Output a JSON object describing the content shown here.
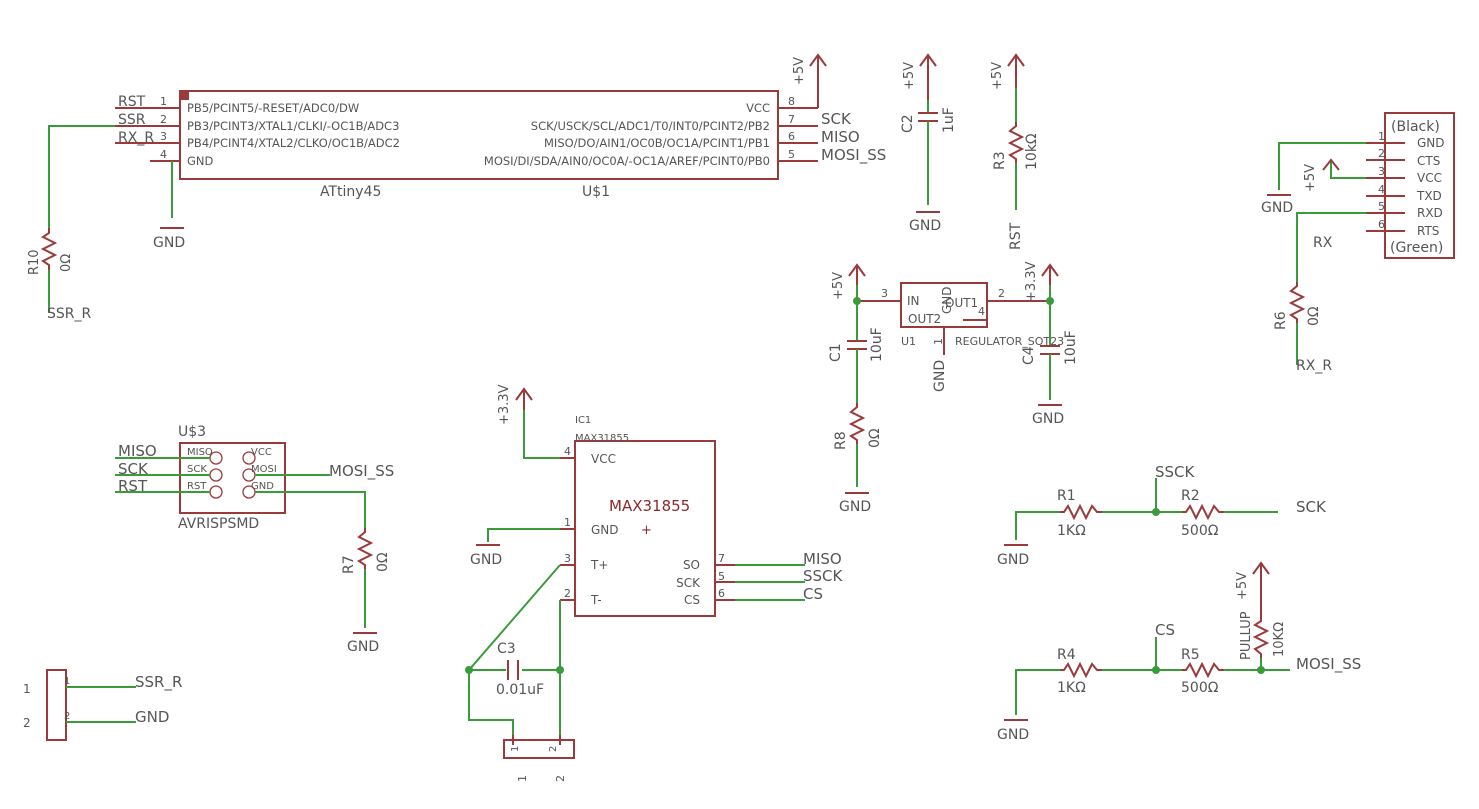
{
  "colors": {
    "symbol": "#9b3a3a",
    "wire": "#3a9b3a",
    "text_dark": "#555555",
    "text_red": "#8a2a2a"
  },
  "attiny": {
    "name": "ATtiny45",
    "ref": "U$1",
    "left_pins": [
      {
        "num": "1",
        "func": "PB5/PCINT5/-RESET/ADC0/DW",
        "net": "RST"
      },
      {
        "num": "2",
        "func": "PB3/PCINT3/XTAL1/CLKI/-OC1B/ADC3",
        "net": "SSR"
      },
      {
        "num": "3",
        "func": "PB4/PCINT4/XTAL2/CLKO/OC1B/ADC2",
        "net": "RX_R"
      },
      {
        "num": "4",
        "func": "GND",
        "net": "GND"
      }
    ],
    "right_pins": [
      {
        "num": "8",
        "func": "VCC",
        "net": "+5V"
      },
      {
        "num": "7",
        "func": "SCK/USCK/SCL/ADC1/T0/INT0/PCINT2/PB2",
        "net": "SCK"
      },
      {
        "num": "6",
        "func": "MISO/DO/AIN1/OC0B/OC1A/PCINT1/PB1",
        "net": "MISO"
      },
      {
        "num": "5",
        "func": "MOSI/DI/SDA/AIN0/OC0A/-OC1A/AREF/PCINT0/PB0",
        "net": "MOSI_SS"
      }
    ]
  },
  "r10": {
    "name": "R10",
    "value": "0Ω",
    "net_bottom": "SSR_R"
  },
  "c2": {
    "name": "C2",
    "value": "1uF",
    "net_top": "+5V",
    "net_bottom": "GND"
  },
  "r3": {
    "name": "R3",
    "value": "10kΩ",
    "net_top": "+5V",
    "net_bottom": "RST"
  },
  "ftdi": {
    "top": "(Black)",
    "bottom": "(Green)",
    "pins": [
      {
        "num": "1",
        "name": "GND"
      },
      {
        "num": "2",
        "name": "CTS"
      },
      {
        "num": "3",
        "name": "VCC"
      },
      {
        "num": "4",
        "name": "TXD"
      },
      {
        "num": "5",
        "name": "RXD"
      },
      {
        "num": "6",
        "name": "RTS"
      }
    ],
    "gnd": "GND",
    "vcc": "+5V",
    "rx": "RX"
  },
  "r6": {
    "name": "R6",
    "value": "0Ω",
    "net_bottom": "RX_R"
  },
  "regulator": {
    "name": "U1",
    "type": "REGULATOR_SOT23",
    "in_label": "IN",
    "out1_label": "OUT1",
    "out2_label": "OUT2",
    "gnd_label": "GND",
    "pin_in": "3",
    "pin_out": "2",
    "pin_out2": "4",
    "pin_gnd": "1",
    "net_in": "+5V",
    "net_out": "+3.3V",
    "net_gnd": "GND"
  },
  "c1": {
    "name": "C1",
    "value": "10uF"
  },
  "c4": {
    "name": "C4",
    "value": "10uF",
    "net_bottom": "GND"
  },
  "r8": {
    "name": "R8",
    "value": "0Ω",
    "net_bottom": "GND"
  },
  "avr_isp": {
    "ref": "U$3",
    "name": "AVRISPSMD",
    "left": [
      "MISO",
      "SCK",
      "RST"
    ],
    "right": [
      "VCC",
      "MOSI",
      "GND"
    ],
    "nets_left": [
      "MISO",
      "SCK",
      "RST"
    ],
    "net_right": "MOSI_SS"
  },
  "r7": {
    "name": "R7",
    "value": "0Ω",
    "net_bottom": "GND"
  },
  "max31855": {
    "ref": "IC1",
    "part": "MAX31855",
    "title": "MAX31855",
    "net_vcc": "+3.3V",
    "left": [
      {
        "num": "4",
        "name": "VCC"
      },
      {
        "num": "1",
        "name": "GND"
      },
      {
        "num": "3",
        "name": "T+"
      },
      {
        "num": "2",
        "name": "T-"
      }
    ],
    "right": [
      {
        "num": "7",
        "name": "SO",
        "net": "MISO"
      },
      {
        "num": "5",
        "name": "SCK",
        "net": "SSCK"
      },
      {
        "num": "6",
        "name": "CS",
        "net": "CS"
      }
    ],
    "plus": "+",
    "net_gnd": "GND"
  },
  "c3": {
    "name": "C3",
    "value": "0.01uF",
    "conn_pins": [
      "1",
      "2"
    ]
  },
  "ssr_conn": {
    "pins": [
      "1",
      "2"
    ],
    "inner": [
      "1",
      "2"
    ],
    "nets": [
      "SSR_R",
      "GND"
    ]
  },
  "r1": {
    "name": "R1",
    "value": "1KΩ"
  },
  "r2": {
    "name": "R2",
    "value": "500Ω"
  },
  "sck_divider": {
    "net_mid": "SSCK",
    "net_right": "SCK",
    "net_gnd": "GND"
  },
  "r4": {
    "name": "R4",
    "value": "1KΩ"
  },
  "r5": {
    "name": "R5",
    "value": "500Ω"
  },
  "pullup": {
    "name": "PULLUP",
    "value": "10KΩ",
    "net_top": "+5V"
  },
  "cs_divider": {
    "net_mid": "CS",
    "net_right": "MOSI_SS",
    "net_gnd": "GND"
  }
}
